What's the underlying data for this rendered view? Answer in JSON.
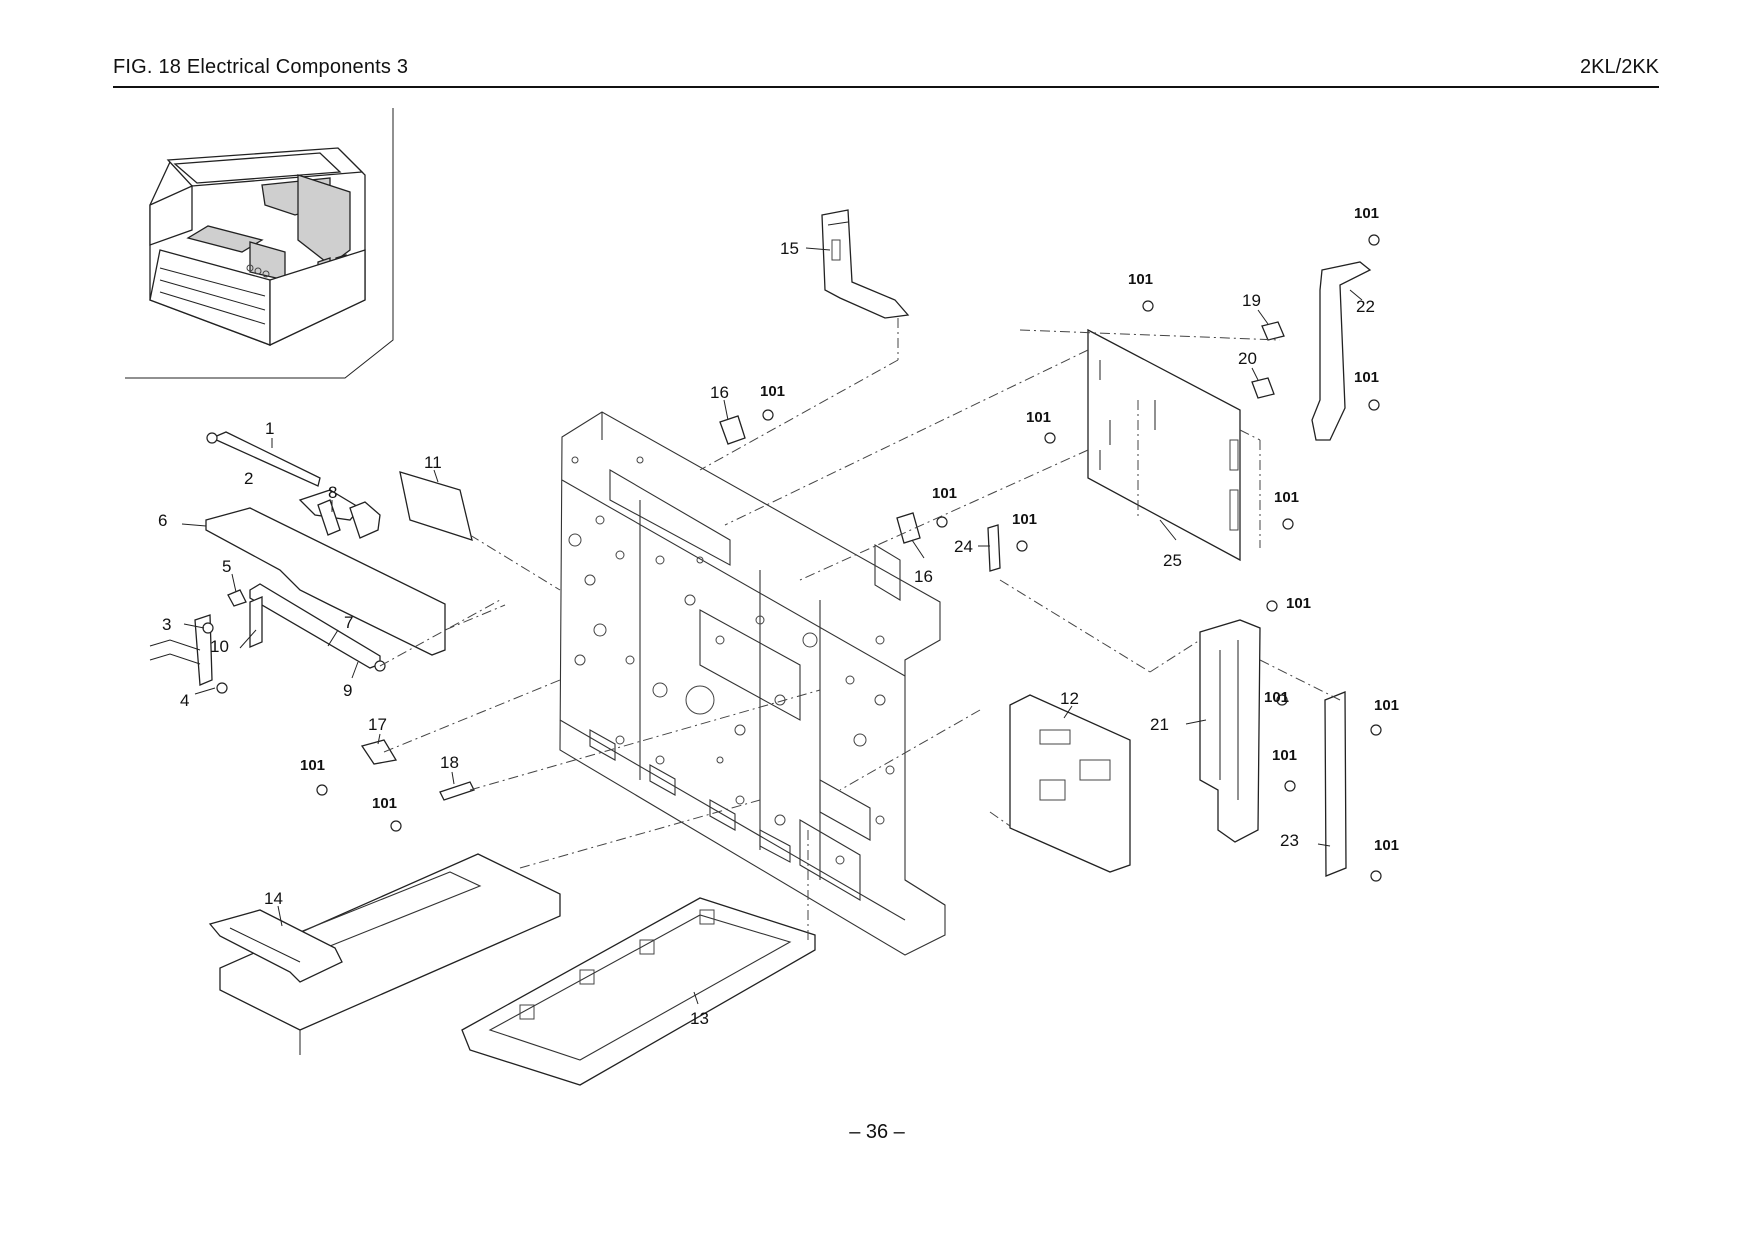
{
  "header": {
    "figure_title": "FIG. 18  Electrical Components 3",
    "model": "2KL/2KK"
  },
  "footer": {
    "page_number": "– 36 –"
  },
  "diagram": {
    "callouts": {
      "c1": "1",
      "c2": "2",
      "c3": "3",
      "c4": "4",
      "c5": "5",
      "c6": "6",
      "c7": "7",
      "c8": "8",
      "c9": "9",
      "c10": "10",
      "c11": "11",
      "c12": "12",
      "c13": "13",
      "c14": "14",
      "c15": "15",
      "c16a": "16",
      "c16b": "16",
      "c17": "17",
      "c18": "18",
      "c19": "19",
      "c20": "20",
      "c21": "21",
      "c22": "22",
      "c23": "23",
      "c24": "24",
      "c25": "25"
    },
    "screw_label": "101"
  }
}
